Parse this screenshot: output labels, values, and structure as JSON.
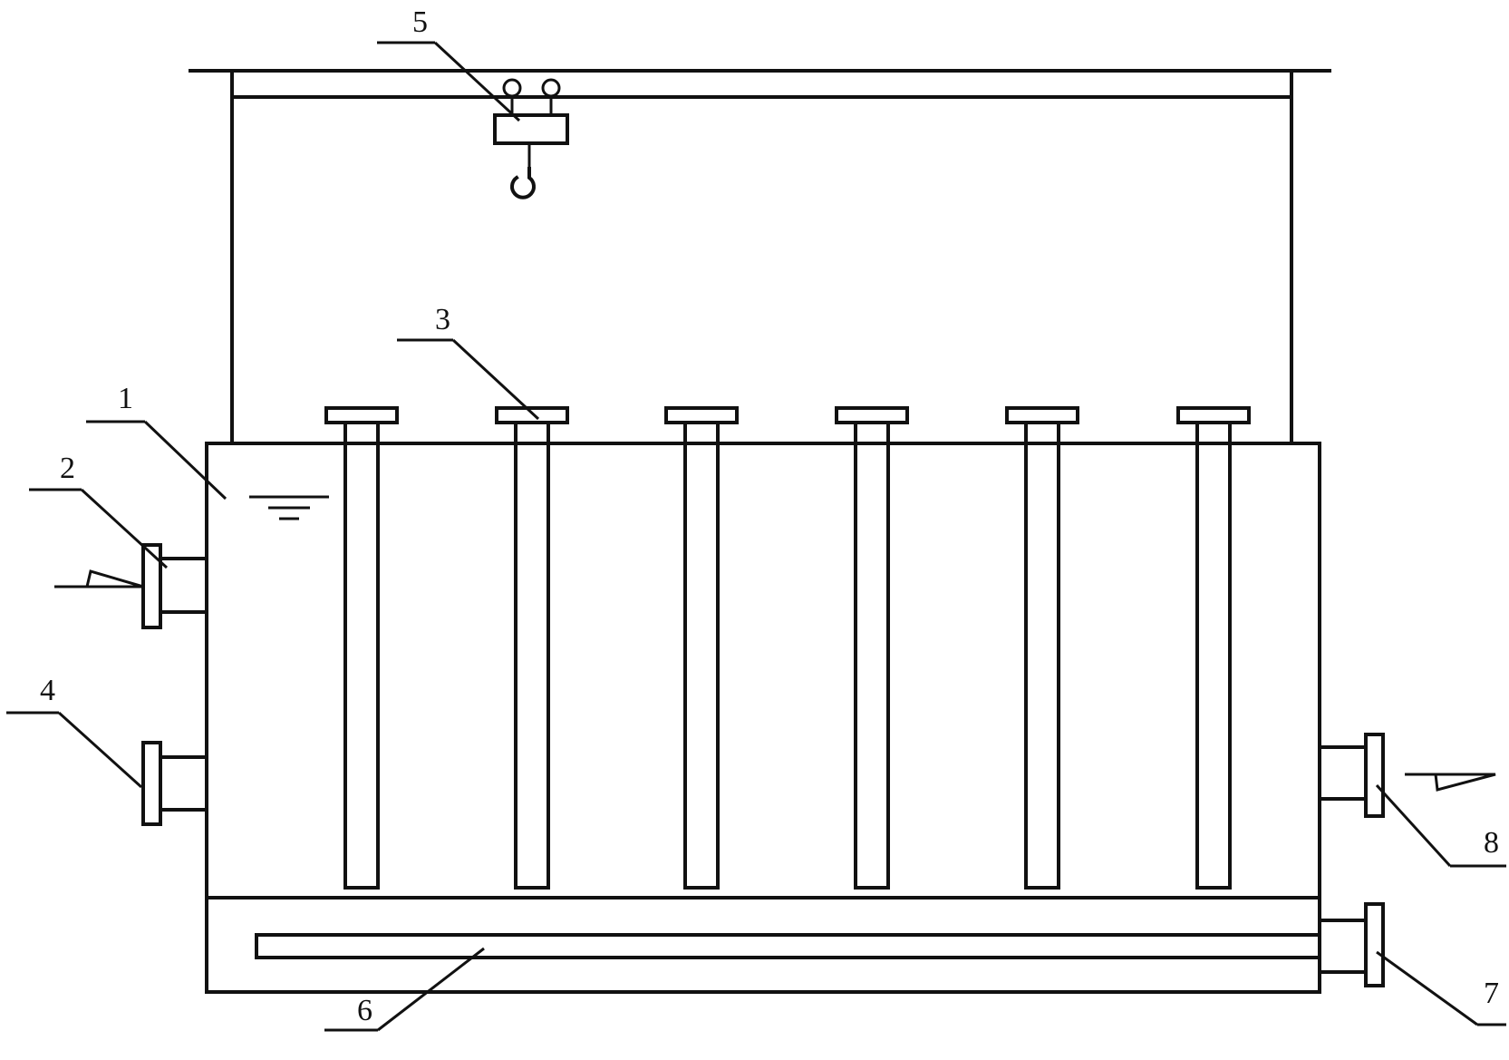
{
  "figure": {
    "labels": [
      {
        "id": "1",
        "text": "1"
      },
      {
        "id": "2",
        "text": "2"
      },
      {
        "id": "3",
        "text": "3"
      },
      {
        "id": "4",
        "text": "4"
      },
      {
        "id": "5",
        "text": "5"
      },
      {
        "id": "6",
        "text": "6"
      },
      {
        "id": "7",
        "text": "7"
      },
      {
        "id": "8",
        "text": "8"
      }
    ],
    "electrode_count": 6
  }
}
